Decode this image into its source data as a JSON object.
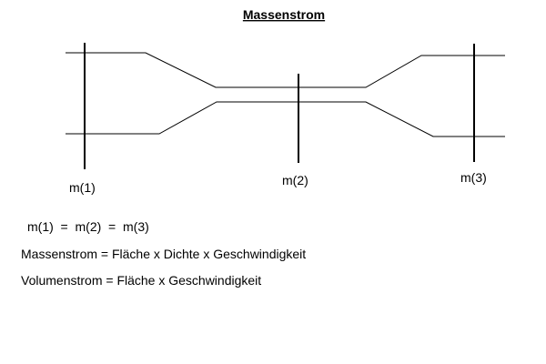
{
  "title": "Massenstrom",
  "sections": [
    {
      "label": "m(1)"
    },
    {
      "label": "m(2)"
    },
    {
      "label": "m(3)"
    }
  ],
  "equations": [
    "m(1)  =  m(2)  =  m(3)",
    "Massenstrom = Fläche x Dichte x Geschwindigkeit",
    "Volumenstrom = Fläche x Geschwindigkeit"
  ],
  "colors": {
    "line": "#000000",
    "background": "#ffffff"
  }
}
